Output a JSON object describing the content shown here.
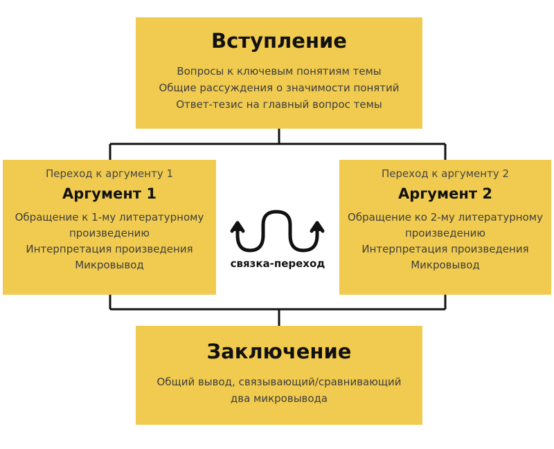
{
  "intro": {
    "title": "Вступление",
    "lines": [
      "Вопросы к ключевым понятиям темы",
      "Общие рассуждения о значимости понятий",
      "Ответ-тезис на главный вопрос темы"
    ]
  },
  "argument1": {
    "transition": "Переход к аргументу 1",
    "title": "Аргумент 1",
    "lines": [
      "Обращение к 1-му литературному",
      "произведению",
      "Интерпретация произведения",
      "Микровывод"
    ]
  },
  "argument2": {
    "transition": "Переход к аргументу 2",
    "title": "Аргумент 2",
    "lines": [
      "Обращение ко 2-му литературному",
      "произведению",
      "Интерпретация произведения",
      "Микровывод"
    ]
  },
  "middle": {
    "label": "связка-переход",
    "icon": "wave-arrows-icon"
  },
  "conclusion": {
    "title": "Заключение",
    "lines": [
      "Общий вывод, связывающий/сравнивающий",
      "два микровывода"
    ]
  },
  "colors": {
    "box": "#f1cb4f",
    "line": "#111111"
  }
}
